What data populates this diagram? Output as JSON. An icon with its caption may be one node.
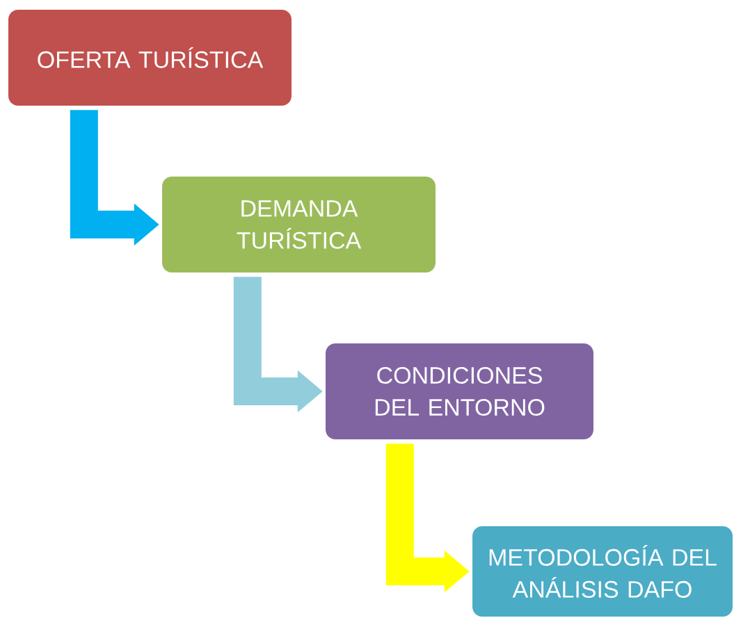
{
  "diagram": {
    "nodes": [
      {
        "text": [
          "OFERTA TURÍSTICA"
        ]
      },
      {
        "text": [
          "DEMANDA TURÍSTICA"
        ]
      },
      {
        "text": [
          "CONDICIONES DEL ENTORNO"
        ]
      },
      {
        "text": [
          "METODOLOGÍA DEL ANÁLISIS DAFO"
        ]
      }
    ],
    "edges": [
      {
        "from": 0,
        "to": 1,
        "arrow": "to",
        "color": "#00b0f0"
      },
      {
        "from": 1,
        "to": 2,
        "arrow": "to",
        "color": "#92cddc"
      },
      {
        "from": 2,
        "to": 3,
        "arrow": "to",
        "color": "#ffff00"
      }
    ]
  }
}
